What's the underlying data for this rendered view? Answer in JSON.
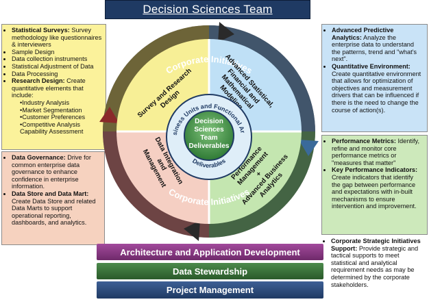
{
  "title": "Decision Sciences Team",
  "left_top_panel": {
    "items": [
      {
        "head": "Statistical Surveys:",
        "text": " Survey methodology like questionnaires & interviewers"
      },
      {
        "head": "",
        "text": "Sample Design"
      },
      {
        "head": "",
        "text": "Data collection instruments"
      },
      {
        "head": "",
        "text": "Statistical Adjustment of Data"
      },
      {
        "head": "",
        "text": "Data Processing"
      },
      {
        "head": "Research Design:",
        "text": " Create quantitative elements that include:"
      }
    ],
    "sub_items": [
      "Industry Analysis",
      "Market Segmentation",
      "Customer Preferences",
      "Competitive Analysis Capability Assessment"
    ]
  },
  "left_bottom_panel": {
    "items": [
      {
        "head": "Data Governance:",
        "text": " Drive for common enterprise data governance to enhance confidence in enterprise information."
      },
      {
        "head": "Data Store and Data Mart:",
        "text": " Create Data Store and related Data Marts to support operational reporting, dashboards, and analytics."
      }
    ]
  },
  "right_top_panel": {
    "items": [
      {
        "head": "Advanced Predictive Analytics:",
        "text": " Analyze the enterprise data to understand the patterns, trend and \"what's next\"."
      },
      {
        "head": "Quantitative Environment:",
        "text": " Create quantitative environment that allows for optimization of objectives and measurement drivers that can be influenced if there is the need to change the course of action(s)."
      }
    ]
  },
  "right_mid_panel": {
    "items": [
      {
        "head": "Performance Metrics:",
        "text": " Identify, refine and monitor core performance metrics or \"measures that matter\""
      },
      {
        "head": "Key Performance Indicators:",
        "text": " Create indicators that identify the gap between performance and expectations with in-built mechanisms to ensure intervention and improvement."
      }
    ]
  },
  "right_bottom_panel": {
    "items": [
      {
        "head": "Corporate Strategic Initiatives Support:",
        "text": " Provide strategic and tactical supports to meet statistical and analytical requirement needs  as may be determined by the corporate stakeholders."
      }
    ]
  },
  "wheel": {
    "outer_top": "Corporate  Initiatives",
    "outer_bottom": "Corporate  Initiatives",
    "quadrants": {
      "survey": [
        "Survey and Research",
        "Design"
      ],
      "advanced": [
        "Advanced Statistical,",
        "Financial and",
        "Mathematical",
        "Modeling"
      ],
      "integration": [
        "Data Integration",
        "and",
        "Management"
      ],
      "performance": [
        "Performance",
        "Management",
        "+",
        "Advanced Business",
        "Analytics"
      ]
    },
    "inner_ring_top": "Business Units and Functional Areas",
    "inner_ring_bottom": "Deliverables",
    "center": [
      "Decision",
      "Sciences",
      "Team",
      "Deliverables"
    ]
  },
  "bands": {
    "architecture": "Architecture and Application Development",
    "stewardship": "Data Stewardship",
    "project": "Project Management"
  },
  "colors": {
    "navy": "#1f3a63",
    "yellow": "#fbf29b",
    "peach": "#f6d2bf",
    "light_blue": "#c9e3f7",
    "light_green": "#cde9bb",
    "purple": "#8a3c84",
    "green": "#3c7a3c"
  }
}
